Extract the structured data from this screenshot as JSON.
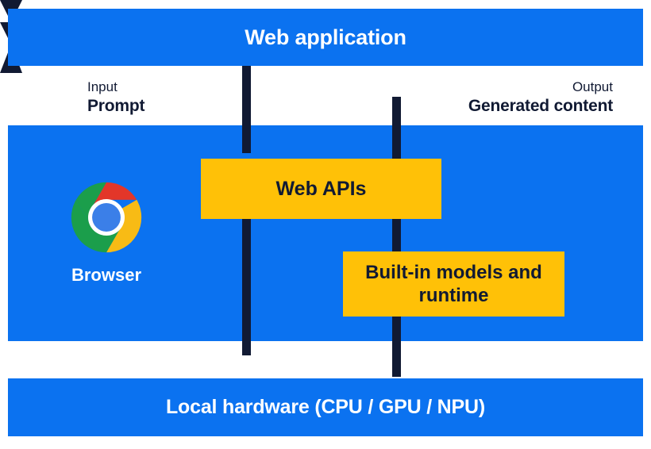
{
  "diagram": {
    "title": "Web application",
    "colors": {
      "band_blue": "#0b72f0",
      "box_yellow": "#ffc107",
      "line_navy": "#111a33",
      "text_white": "#ffffff"
    }
  },
  "bands": {
    "top": {
      "label": "Web application"
    },
    "middle": {
      "browser_caption": "Browser",
      "logo_name": "chrome-logo"
    },
    "bottom": {
      "label": "Local hardware (CPU / GPU / NPU)"
    }
  },
  "boxes": {
    "web_apis": {
      "label": "Web APIs"
    },
    "builtin_models": {
      "label": "Built-in models and runtime"
    }
  },
  "edge_labels": {
    "input": {
      "kicker": "Input",
      "value": "Prompt"
    },
    "output": {
      "kicker": "Output",
      "value": "Generated content"
    }
  },
  "connectors": {
    "input_arrow": "down-arrow-prompt",
    "down_arrow": "down-arrow-to-hardware",
    "output_arrow": "up-arrow-generated-content"
  }
}
